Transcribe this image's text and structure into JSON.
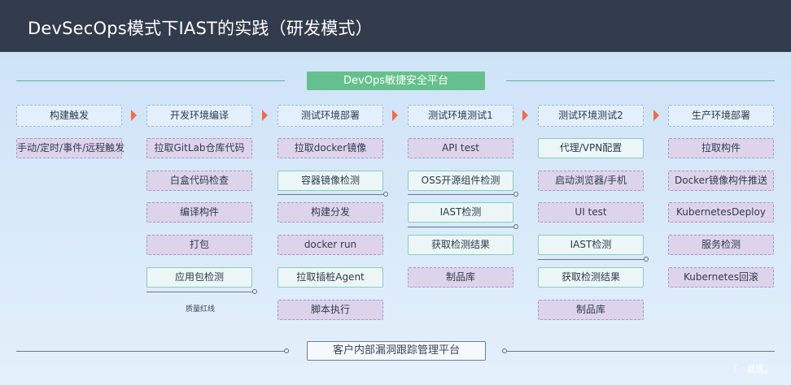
{
  "title": "DevSecOps模式下IAST的实践（研发模式）",
  "top_platform": "DevOps敏捷安全平台",
  "bottom_platform": "客户内部漏洞跟踪管理平台",
  "colors": {
    "header_bg": "#323c4d",
    "accent_green": "#66c08d",
    "arrow": "#f26b4a",
    "purple_item": "#ddd4ec",
    "teal_item": "#ecf6f6"
  },
  "columns": [
    {
      "stage": "构建触发",
      "items": [
        {
          "label": "手动/定时/事件/远程触发",
          "style": "purple"
        }
      ]
    },
    {
      "stage": "开发环境编译",
      "items": [
        {
          "label": "拉取GitLab仓库代码",
          "style": "purple"
        },
        {
          "label": "白盒代码检查",
          "style": "purple"
        },
        {
          "label": "编译构件",
          "style": "purple"
        },
        {
          "label": "打包",
          "style": "purple"
        },
        {
          "label": "应用包检测",
          "style": "teal"
        }
      ],
      "caption": "质量红线"
    },
    {
      "stage": "测试环境部署",
      "items": [
        {
          "label": "拉取docker镜像",
          "style": "purple"
        },
        {
          "label": "容器镜像检测",
          "style": "teal"
        },
        {
          "label": "构建分发",
          "style": "purple"
        },
        {
          "label": "docker run",
          "style": "purple"
        },
        {
          "label": "拉取插桩Agent",
          "style": "teal"
        },
        {
          "label": "脚本执行",
          "style": "purple"
        }
      ]
    },
    {
      "stage": "测试环境测试1",
      "items": [
        {
          "label": "API test",
          "style": "purple"
        },
        {
          "label": "OSS开源组件检测",
          "style": "teal"
        },
        {
          "label": "IAST检测",
          "style": "teal"
        },
        {
          "label": "获取检测结果",
          "style": "teal"
        },
        {
          "label": "制品库",
          "style": "purple"
        }
      ]
    },
    {
      "stage": "测试环境测试2",
      "items": [
        {
          "label": "代理/VPN配置",
          "style": "teal"
        },
        {
          "label": "启动浏览器/手机",
          "style": "purple"
        },
        {
          "label": "UI test",
          "style": "purple"
        },
        {
          "label": "IAST检测",
          "style": "teal"
        },
        {
          "label": "获取检测结果",
          "style": "teal"
        },
        {
          "label": "制品库",
          "style": "purple"
        }
      ]
    },
    {
      "stage": "生产环境部署",
      "items": [
        {
          "label": "拉取构件",
          "style": "purple"
        },
        {
          "label": "Docker镜像构件推送",
          "style": "purple"
        },
        {
          "label": "KubernetesDeploy",
          "style": "purple"
        },
        {
          "label": "服务检测",
          "style": "purple"
        },
        {
          "label": "Kubernetes回滚",
          "style": "purple"
        }
      ]
    }
  ],
  "logo": {
    "text": "悬镜",
    "sub": "XMIRROR",
    "icon": "xmirror-logo-icon"
  }
}
